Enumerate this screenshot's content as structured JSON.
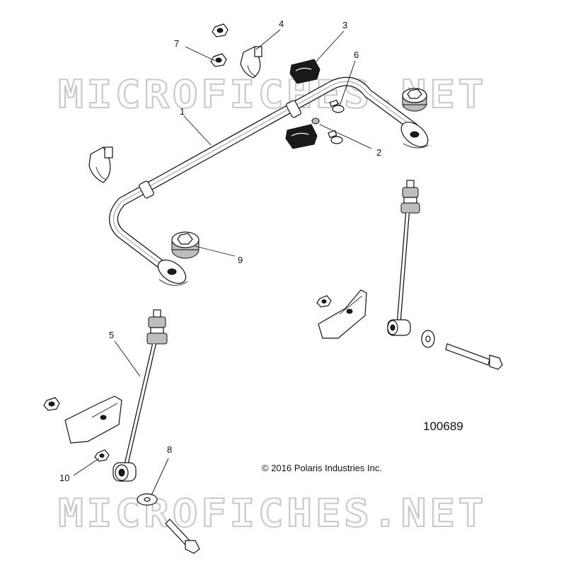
{
  "watermark": {
    "text": "MICROFICHES.NET"
  },
  "diagram": {
    "figure_number": "100689",
    "copyright": "© 2016 Polaris Industries Inc.",
    "callouts": [
      {
        "id": "c1",
        "label": "1"
      },
      {
        "id": "c2",
        "label": "2"
      },
      {
        "id": "c3",
        "label": "3"
      },
      {
        "id": "c4",
        "label": "4"
      },
      {
        "id": "c5",
        "label": "5"
      },
      {
        "id": "c6",
        "label": "6"
      },
      {
        "id": "c7",
        "label": "7"
      },
      {
        "id": "c8",
        "label": "8"
      },
      {
        "id": "c9",
        "label": "9"
      },
      {
        "id": "c10",
        "label": "10"
      }
    ]
  }
}
